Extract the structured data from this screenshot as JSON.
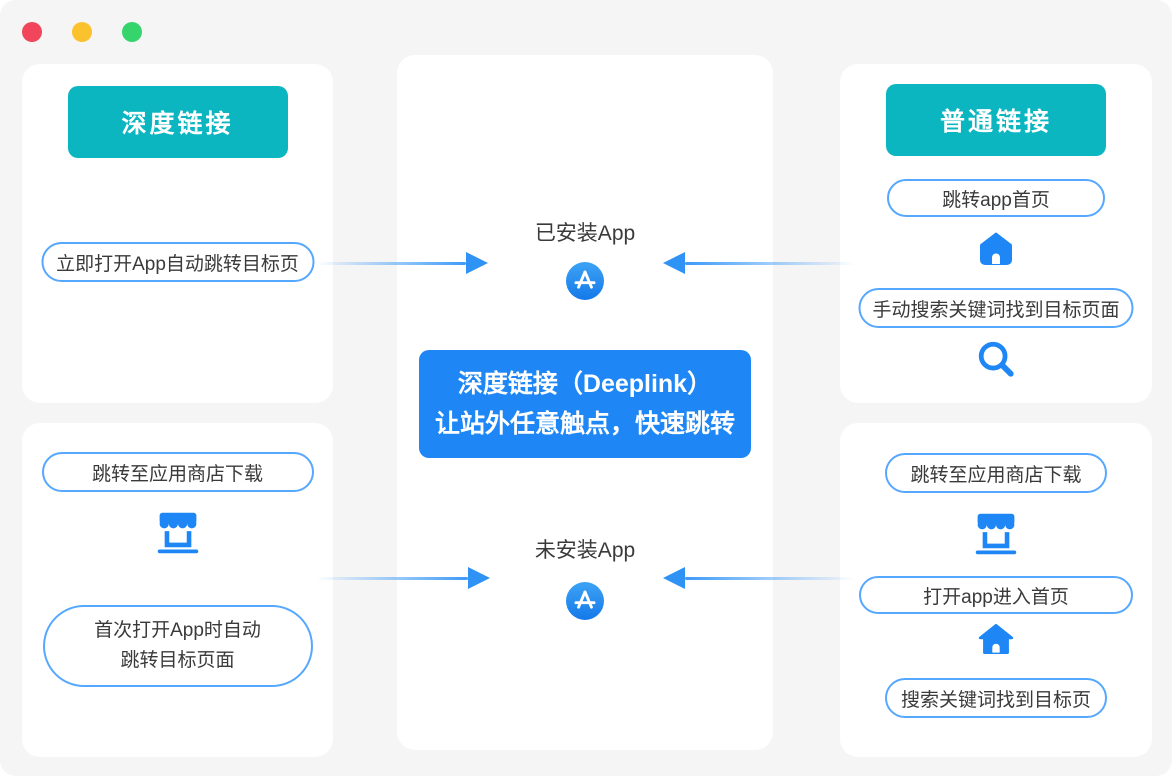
{
  "window": {
    "controls": [
      "close",
      "minimize",
      "maximize"
    ]
  },
  "left_top_card": {
    "title": "深度链接",
    "pill": "立即打开App自动跳转目标页"
  },
  "left_bottom_card": {
    "pill_store": "跳转至应用商店下载",
    "pill_auto_line1": "首次打开App时自动",
    "pill_auto_line2": "跳转目标页面"
  },
  "center_card": {
    "installed_label": "已安装App",
    "not_installed_label": "未安装App",
    "headline_line1": "深度链接（Deeplink）",
    "headline_line2": "让站外任意触点，快速跳转"
  },
  "right_top_card": {
    "title": "普通链接",
    "pill_home": "跳转app首页",
    "pill_search": "手动搜索关键词找到目标页面"
  },
  "right_bottom_card": {
    "pill_store": "跳转至应用商店下载",
    "pill_open": "打开app进入首页",
    "pill_search": "搜索关键词找到目标页"
  },
  "icons": {
    "app_store": "app-store-icon",
    "home": "home-icon",
    "search": "search-icon",
    "storefront": "storefront-icon"
  },
  "colors": {
    "teal_button": "#0CB6C1",
    "blue_accent": "#1E87F5",
    "pill_border": "#56A8FF",
    "arrow": "#3D9AF7",
    "text": "#3A3A3A",
    "card_bg": "#FFFFFF",
    "window_bg": "#F5F5F6",
    "traffic_red": "#F0455A",
    "traffic_yellow": "#FBC22D",
    "traffic_green": "#35D46C"
  }
}
